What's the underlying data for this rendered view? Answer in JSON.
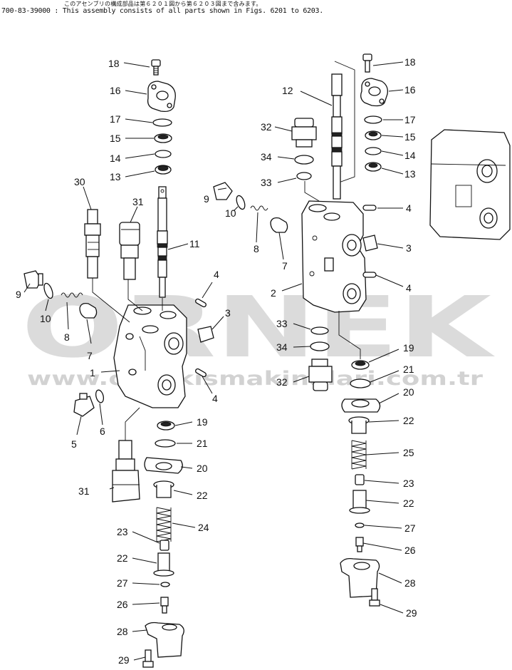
{
  "header": {
    "japanese_note": "このアセンブリの構成部品は第６２０１図から第６２０３図まで含みます。",
    "english_note": "700-83-39000 : This assembly consists of all parts shown in Figs. 6201 to 6203."
  },
  "watermark": {
    "brand": "ORNEK",
    "url": "www.ornekismakinalari.com.tr"
  },
  "callouts": {
    "c1": "1",
    "c2": "2",
    "c3a": "3",
    "c3b": "3",
    "c4a": "4",
    "c4b": "4",
    "c4c": "4",
    "c4d": "4",
    "c5": "5",
    "c6": "6",
    "c7a": "7",
    "c7b": "7",
    "c8a": "8",
    "c8b": "8",
    "c9a": "9",
    "c9b": "9",
    "c10a": "10",
    "c10b": "10",
    "c11": "11",
    "c12": "12",
    "c13a": "13",
    "c13b": "13",
    "c14a": "14",
    "c14b": "14",
    "c15a": "15",
    "c15b": "15",
    "c16a": "16",
    "c16b": "16",
    "c17a": "17",
    "c17b": "17",
    "c18a": "18",
    "c18b": "18",
    "c19a": "19",
    "c19b": "19",
    "c20a": "20",
    "c20b": "20",
    "c21a": "21",
    "c21b": "21",
    "c22a": "22",
    "c22b": "22",
    "c22c": "22",
    "c22d": "22",
    "c23a": "23",
    "c23b": "23",
    "c24": "24",
    "c25": "25",
    "c26a": "26",
    "c26b": "26",
    "c27a": "27",
    "c27b": "27",
    "c28a": "28",
    "c28b": "28",
    "c29a": "29",
    "c29b": "29",
    "c30": "30",
    "c31a": "31",
    "c31b": "31",
    "c32a": "32",
    "c32b": "32",
    "c33a": "33",
    "c33b": "33",
    "c34a": "34",
    "c34b": "34"
  }
}
